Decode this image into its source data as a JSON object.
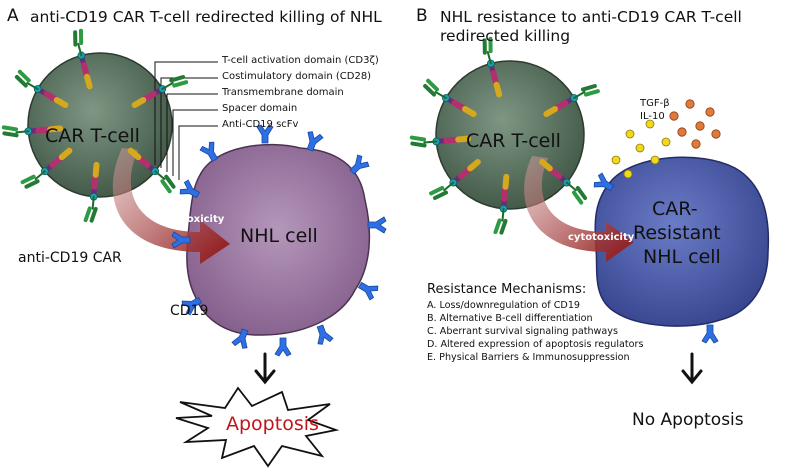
{
  "panelA": {
    "letter": "A",
    "title": "anti-CD19 CAR T-cell redirected killing of NHL",
    "car_tcell_label": "CAR T-cell",
    "nhl_cell_label": "NHL cell",
    "car_label": "anti-CD19 CAR",
    "cd19_label": "CD19",
    "cytotoxicity_label": "cytotoxicity",
    "outcome": "Apoptosis",
    "callouts": [
      "T-cell activation domain (CD3ζ)",
      "Costimulatory domain (CD28)",
      "Transmembrane domain",
      "Spacer domain",
      "Anti-CD19 scFv"
    ]
  },
  "panelB": {
    "letter": "B",
    "title_line1": "NHL resistance to anti-CD19 CAR T-cell",
    "title_line2": "redirected killing",
    "car_tcell_label": "CAR T-cell",
    "resistant_label": [
      "CAR-",
      "Resistant",
      "NHL cell"
    ],
    "cytotoxicity_label": "cytotoxicity",
    "cytokines": [
      "TGF-β",
      "IL-10"
    ],
    "mechanisms_title": "Resistance Mechanisms:",
    "mechanisms": [
      "A. Loss/downregulation of CD19",
      "B. Alternative B-cell differentiation",
      "C. Aberrant survival signaling pathways",
      "D. Altered expression of apoptosis regulators",
      "E. Physical Barriers & Immunosuppression"
    ],
    "outcome": "No Apoptosis"
  },
  "colors": {
    "tcell_fill": "#5b7560",
    "nhl_fill": "#a07aa6",
    "resistant_fill": "#4a5aa8",
    "cd19": "#2f6fe6",
    "arrow": "#a01818",
    "car_green": "#2e9b43",
    "car_magenta": "#b3306e",
    "car_gold": "#d6a81e",
    "car_node": "#1aa0b0",
    "tgf_dot": "#f0d81a",
    "il10_dot": "#e07a3a",
    "apoptosis_text": "#c0161b"
  }
}
